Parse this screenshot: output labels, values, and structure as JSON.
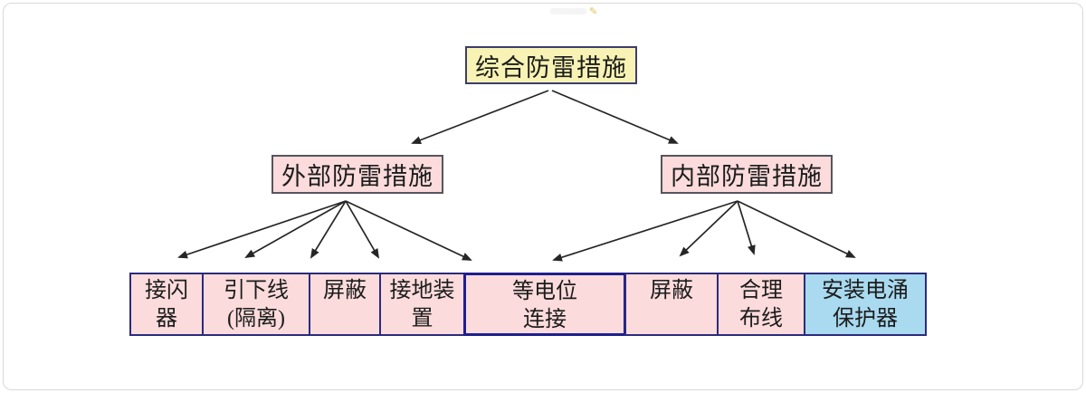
{
  "page": {
    "background": "#ffffff",
    "frame_border": "#d9d9d9",
    "arrow_color": "#262626"
  },
  "watermark": {
    "icon": "sparkle-icon",
    "icon_glyph": "✎",
    "icon_color": "#d9b832"
  },
  "diagram": {
    "type": "tree",
    "root": {
      "label": "综合防雷措施",
      "fill": "#f8f3b4",
      "border": "#3c3c6e"
    },
    "branches": [
      {
        "id": "external",
        "label": "外部防雷措施",
        "fill": "#fbdbdb",
        "border": "#55555f"
      },
      {
        "id": "internal",
        "label": "内部防雷措施",
        "fill": "#fbdbdb",
        "border": "#55555f"
      }
    ],
    "leaves": [
      {
        "label": "接闪\n器",
        "fill": "#fbdbdb",
        "parent": "external"
      },
      {
        "label": "引下线\n(隔离)",
        "fill": "#fbdbdb",
        "parent": "external"
      },
      {
        "label": "屏蔽",
        "fill": "#fbdbdb",
        "parent": "external"
      },
      {
        "label": "接地装\n置",
        "fill": "#fbdbdb",
        "parent": "external"
      },
      {
        "label": "等电位\n连接",
        "fill": "#fbdbdb",
        "parent": "external+internal"
      },
      {
        "label": "屏蔽",
        "fill": "#fbdbdb",
        "parent": "internal"
      },
      {
        "label": "合理\n布线",
        "fill": "#fbdbdb",
        "parent": "internal"
      },
      {
        "label": "安装电涌\n保护器",
        "fill": "#a9daef",
        "parent": "internal"
      }
    ]
  }
}
